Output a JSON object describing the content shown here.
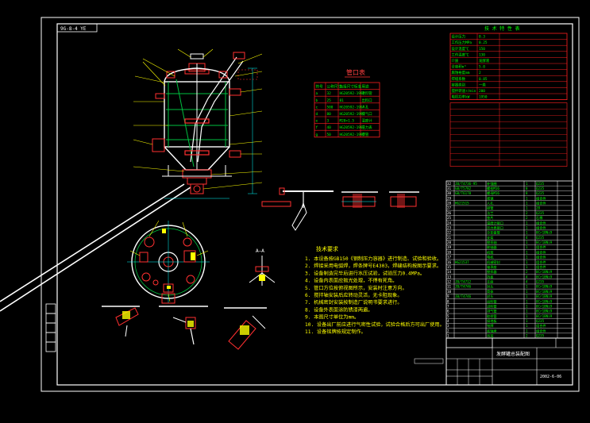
{
  "sheet": {
    "title_tag": "9G-8-4 YE",
    "nozzle_table_title": "管口表",
    "tech_spec_title": "技 术 特 性 表",
    "notes_title": "技术要求",
    "section_label": "A—A",
    "title_block_name": "发酵罐总装配图",
    "title_block_code": "2002-6-06"
  },
  "nozzle_table": {
    "headers": [
      "符号",
      "公称尺寸",
      "连接尺寸标准",
      "用途"
    ],
    "rows": [
      [
        "a",
        "32",
        "HG20592-1997",
        "进料管"
      ],
      [
        "b",
        "25",
        "81",
        "出料口"
      ],
      [
        "c",
        "500",
        "HG20592-1997",
        "人孔"
      ],
      [
        "d",
        "80",
        "HG20592-1997",
        "排气口"
      ],
      [
        "e",
        "3",
        "M20×1.5",
        "温度计"
      ],
      [
        "f",
        "40",
        "HG20592-1997",
        "压力表"
      ],
      [
        "g",
        "50",
        "HG20592-1997",
        "接管"
      ]
    ]
  },
  "tech_spec": {
    "rows": [
      [
        "设计压力",
        "0.3"
      ],
      [
        "工作压力MPa",
        "0.25"
      ],
      [
        "设计温度℃",
        "150"
      ],
      [
        "工作温度℃",
        "130"
      ],
      [
        "介质",
        "发酵液"
      ],
      [
        "全容积m³",
        "5.0"
      ],
      [
        "腐蚀裕度mm",
        "2"
      ],
      [
        "焊缝系数",
        "0.85"
      ],
      [
        "容器类别",
        "一类"
      ],
      [
        "搅拌转速r/min",
        "200"
      ],
      [
        "电机功率kW",
        "1950"
      ]
    ]
  },
  "notes": [
    "1. 本设备按GB150《钢制压力容器》进行制造、试验和验收。",
    "2. 焊接采用电弧焊，焊条牌号E4303，焊缝结构按图示要求。",
    "3. 设备制造完毕后进行水压试验，试验压力0.4MPa。",
    "4. 设备内表面应抛光处理，不得有死角。",
    "5. 管口方位按俯视图所示，安装时注意方向。",
    "6. 搅拌轴安装后应转动灵活，无卡阻现象。",
    "7. 机械密封安装按制造厂说明书要求进行。",
    "8. 设备外表面涂防锈漆两遍。",
    "9. 本图尺寸单位为mm。",
    "10. 设备出厂前应进行气密性试验，试验合格后方可出厂使用。",
    "11. 设备铭牌按规定制作。"
  ],
  "parts_list": {
    "rows": [
      [
        "32",
        "JB/T4736-95",
        "补强圈",
        "1",
        "Q235"
      ],
      [
        "31",
        "GB/T5782",
        "螺栓M16",
        "8",
        "Q235"
      ],
      [
        "30",
        "GB/T6170",
        "螺母M16",
        "8",
        "Q235"
      ],
      [
        "29",
        "",
        "视镜",
        "1",
        "组合件"
      ],
      [
        "28",
        "HG21515",
        "人孔",
        "1",
        "组合件"
      ],
      [
        "27",
        "",
        "接管",
        "1",
        "20"
      ],
      [
        "26",
        "",
        "法兰",
        "2",
        "Q235"
      ],
      [
        "25",
        "",
        "垫片",
        "2",
        "石棉"
      ],
      [
        "24",
        "",
        "温度计接口",
        "1",
        "组合件"
      ],
      [
        "23",
        "",
        "压力表接口",
        "1",
        "组合件"
      ],
      [
        "22",
        "",
        "冷却盘管",
        "1",
        "0Cr18Ni9"
      ],
      [
        "21",
        "",
        "支架",
        "4",
        "Q235"
      ],
      [
        "20",
        "",
        "搅拌轴",
        "1",
        "0Cr18Ni9"
      ],
      [
        "19",
        "",
        "联轴器",
        "1",
        "组合件"
      ],
      [
        "18",
        "",
        "机架",
        "1",
        "组合件"
      ],
      [
        "17",
        "",
        "电机",
        "1",
        "组合件"
      ],
      [
        "16",
        "HG21537",
        "机械密封",
        "1",
        "组合件"
      ],
      [
        "15",
        "",
        "轴承座",
        "1",
        "组合件"
      ],
      [
        "14",
        "",
        "搅拌器",
        "2",
        "0Cr18Ni9"
      ],
      [
        "13",
        "",
        "挡板",
        "4",
        "0Cr18Ni9"
      ],
      [
        "12",
        "JB/T4712",
        "支座",
        "4",
        "Q235"
      ],
      [
        "11",
        "JB/T4746",
        "封头",
        "1",
        "0Cr18Ni9"
      ],
      [
        "10",
        "",
        "筒体",
        "1",
        "0Cr18Ni9"
      ],
      [
        "9",
        "JB/T4746",
        "封头",
        "1",
        "0Cr18Ni9"
      ],
      [
        "8",
        "",
        "出料管",
        "1",
        "0Cr18Ni9"
      ],
      [
        "7",
        "",
        "进料管",
        "1",
        "0Cr18Ni9"
      ],
      [
        "6",
        "",
        "排气管",
        "1",
        "0Cr18Ni9"
      ],
      [
        "5",
        "",
        "取样管",
        "1",
        "0Cr18Ni9"
      ],
      [
        "4",
        "",
        "接地板",
        "1",
        "Q235"
      ],
      [
        "3",
        "",
        "铭牌",
        "1",
        "组合件"
      ],
      [
        "2",
        "",
        "底轴承",
        "1",
        "组合件"
      ],
      [
        "1",
        "",
        "吊耳",
        "2",
        "Q235"
      ]
    ]
  },
  "colors": {
    "background": "#000000",
    "frame": "#ffffff",
    "table_line": "#ff2020",
    "table_text": "#00ff00",
    "notes_text": "#ffff00",
    "vessel": "#ffffff",
    "detail": "#ff3030",
    "leader": "#ffff00",
    "dim": "#00ffff",
    "coil": "#00c040"
  }
}
